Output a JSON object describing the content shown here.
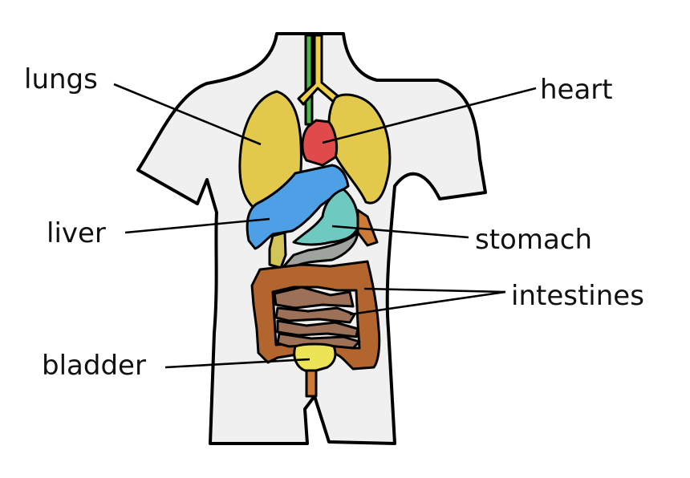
{
  "labels": {
    "lungs": "lungs",
    "heart": "heart",
    "liver": "liver",
    "stomach": "stomach",
    "intestines": "intestines",
    "bladder": "bladder"
  },
  "colors": {
    "body": "#f0f0f0",
    "lungs": "#e2c84b",
    "heart": "#e04a4a",
    "liver": "#4d9fe6",
    "stomach": "#6ec9c1",
    "intestines_outer": "#b2662d",
    "intestines_inner": "#9c7158",
    "bladder": "#ece456",
    "trachea": "#f0d04a",
    "esophagus": "#4cb84c",
    "gallbladder": "#d3c45a",
    "pancreas": "#cc7a35",
    "duodenum": "#9ea39d"
  }
}
